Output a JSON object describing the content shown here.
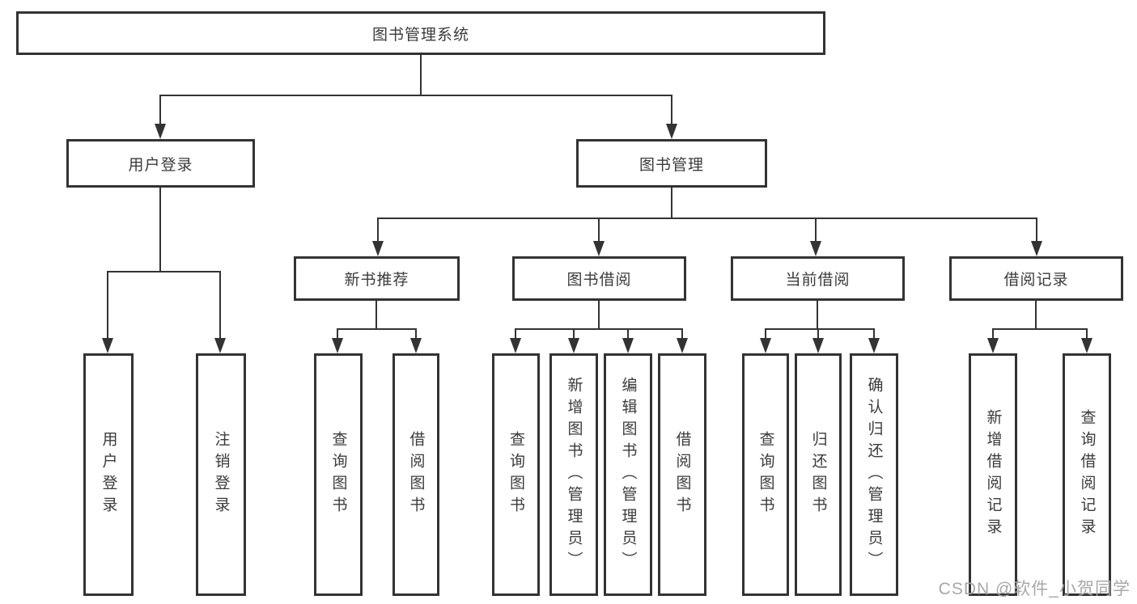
{
  "tree": {
    "label": "图书管理系统",
    "children": [
      {
        "label": "用户登录",
        "children": [
          {
            "label": "用户登录"
          },
          {
            "label": "注销登录"
          }
        ]
      },
      {
        "label": "图书管理",
        "children": [
          {
            "label": "新书推荐",
            "children": [
              {
                "label": "查询图书"
              },
              {
                "label": "借阅图书"
              }
            ]
          },
          {
            "label": "图书借阅",
            "children": [
              {
                "label": "查询图书"
              },
              {
                "label": "新增图书（管理员）"
              },
              {
                "label": "编辑图书（管理员）"
              },
              {
                "label": "借阅图书"
              }
            ]
          },
          {
            "label": "当前借阅",
            "children": [
              {
                "label": "查询图书"
              },
              {
                "label": "归还图书"
              },
              {
                "label": "确认归还（管理员）"
              }
            ]
          },
          {
            "label": "借阅记录",
            "children": [
              {
                "label": "新增借阅记录"
              },
              {
                "label": "查询借阅记录"
              }
            ]
          }
        ]
      }
    ]
  },
  "watermark": "CSDN @软件_小贺同学",
  "colors": {
    "line": "#333333",
    "box_border": "#333333",
    "box_fill": "#ffffff",
    "text": "#3b3b3b",
    "watermark": "#a8a8a8",
    "background": "#ffffff"
  }
}
